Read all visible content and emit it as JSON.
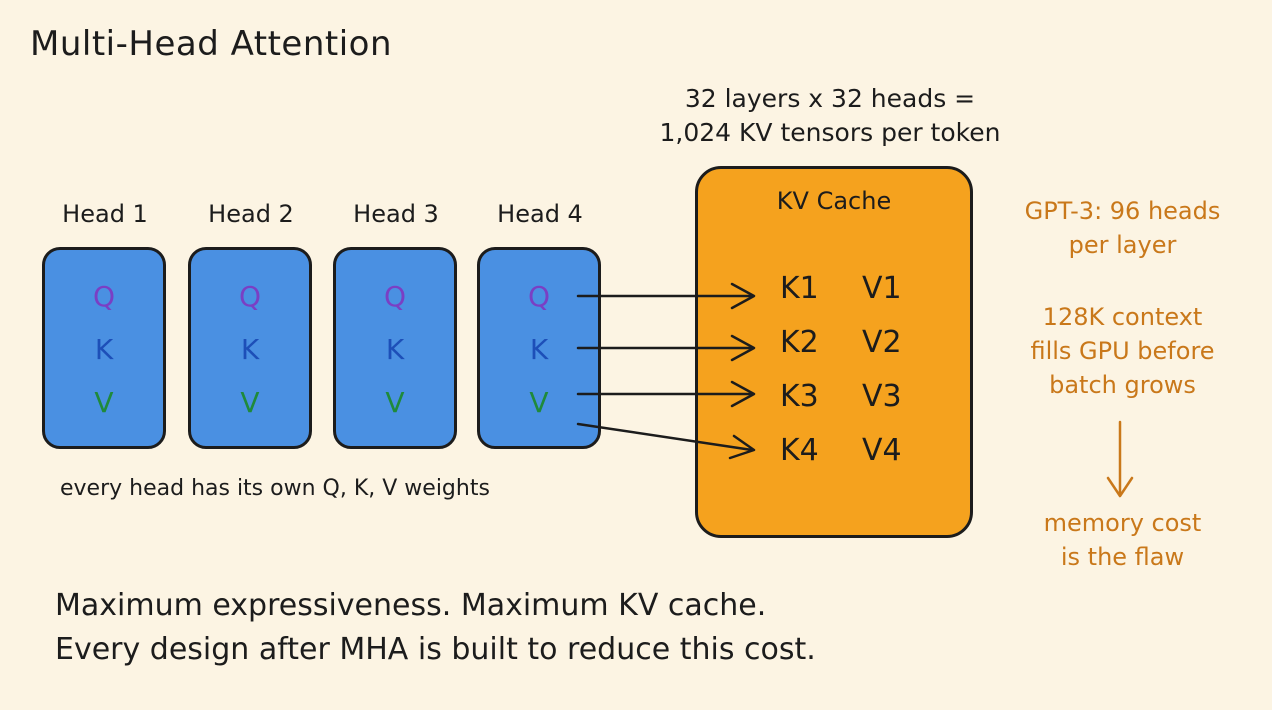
{
  "title": "Multi-Head Attention",
  "top_note": {
    "line1": "32 layers x 32 heads =",
    "line2": "1,024 KV tensors per token"
  },
  "heads": [
    {
      "label": "Head 1",
      "q": "Q",
      "k": "K",
      "v": "V"
    },
    {
      "label": "Head 2",
      "q": "Q",
      "k": "K",
      "v": "V"
    },
    {
      "label": "Head 3",
      "q": "Q",
      "k": "K",
      "v": "V"
    },
    {
      "label": "Head 4",
      "q": "Q",
      "k": "K",
      "v": "V"
    }
  ],
  "caption": "every head has its own Q, K, V weights",
  "kv_cache": {
    "title": "KV Cache",
    "rows": [
      {
        "k": "K1",
        "v": "V1"
      },
      {
        "k": "K2",
        "v": "V2"
      },
      {
        "k": "K3",
        "v": "V3"
      },
      {
        "k": "K4",
        "v": "V4"
      }
    ]
  },
  "side_notes": {
    "gpt3_line1": "GPT-3: 96 heads",
    "gpt3_line2": "per layer",
    "context_line1": "128K context",
    "context_line2": "fills GPU before",
    "context_line3": "batch grows",
    "flaw_line1": "memory cost",
    "flaw_line2": "is the flaw"
  },
  "bottom": {
    "line1": "Maximum expressiveness. Maximum KV cache.",
    "line2": "Every design after MHA is built to reduce this cost."
  },
  "colors": {
    "background": "#fcf4e3",
    "head_box": "#4a90e2",
    "kv_box": "#f5a21e",
    "q": "#7a3fc4",
    "k": "#1d4fb8",
    "v": "#1f8a3b",
    "side_note": "#c9781a"
  }
}
